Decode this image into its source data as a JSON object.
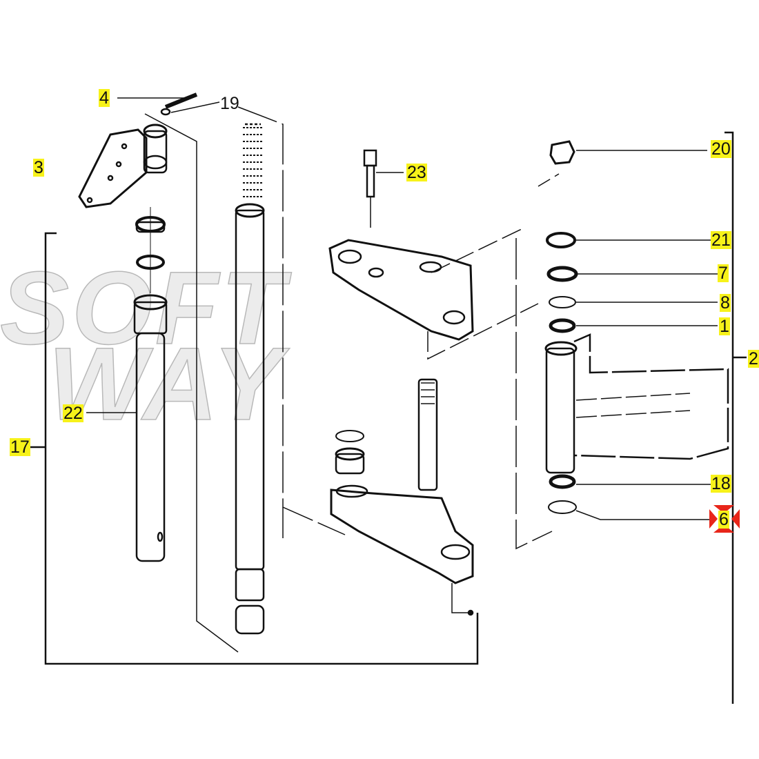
{
  "watermark": {
    "line1": "SOFT",
    "line2": "WAY"
  },
  "highlight_color": "#f7f21a",
  "marker_color": "#e8261a",
  "callouts": [
    {
      "id": "4",
      "text": "4"
    },
    {
      "id": "19",
      "text": "19"
    },
    {
      "id": "3",
      "text": "3"
    },
    {
      "id": "23",
      "text": "23"
    },
    {
      "id": "20",
      "text": "20"
    },
    {
      "id": "21",
      "text": "21"
    },
    {
      "id": "7",
      "text": "7"
    },
    {
      "id": "8",
      "text": "8"
    },
    {
      "id": "1",
      "text": "1"
    },
    {
      "id": "2",
      "text": "2"
    },
    {
      "id": "22",
      "text": "22"
    },
    {
      "id": "17",
      "text": "17"
    },
    {
      "id": "18",
      "text": "18"
    },
    {
      "id": "6",
      "text": "6"
    }
  ]
}
